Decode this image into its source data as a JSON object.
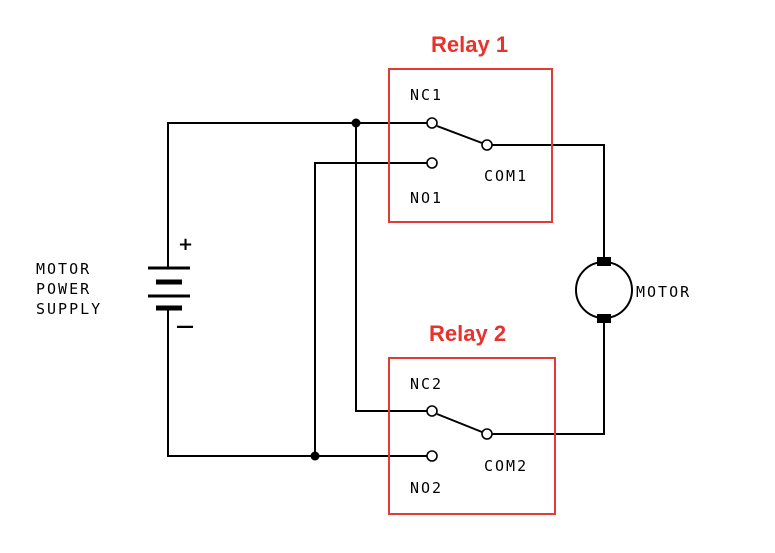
{
  "relay1": {
    "title": "Relay 1",
    "nc_label": "NC1",
    "no_label": "NO1",
    "com_label": "COM1"
  },
  "relay2": {
    "title": "Relay 2",
    "nc_label": "NC2",
    "no_label": "NO2",
    "com_label": "COM2"
  },
  "power_supply": {
    "label_lines": [
      "MOTOR",
      "POWER",
      "SUPPLY"
    ],
    "plus": "+",
    "minus": "—"
  },
  "motor": {
    "label": "MOTOR"
  },
  "colors": {
    "relay_accent": "#e8322d",
    "wire": "#000000"
  }
}
